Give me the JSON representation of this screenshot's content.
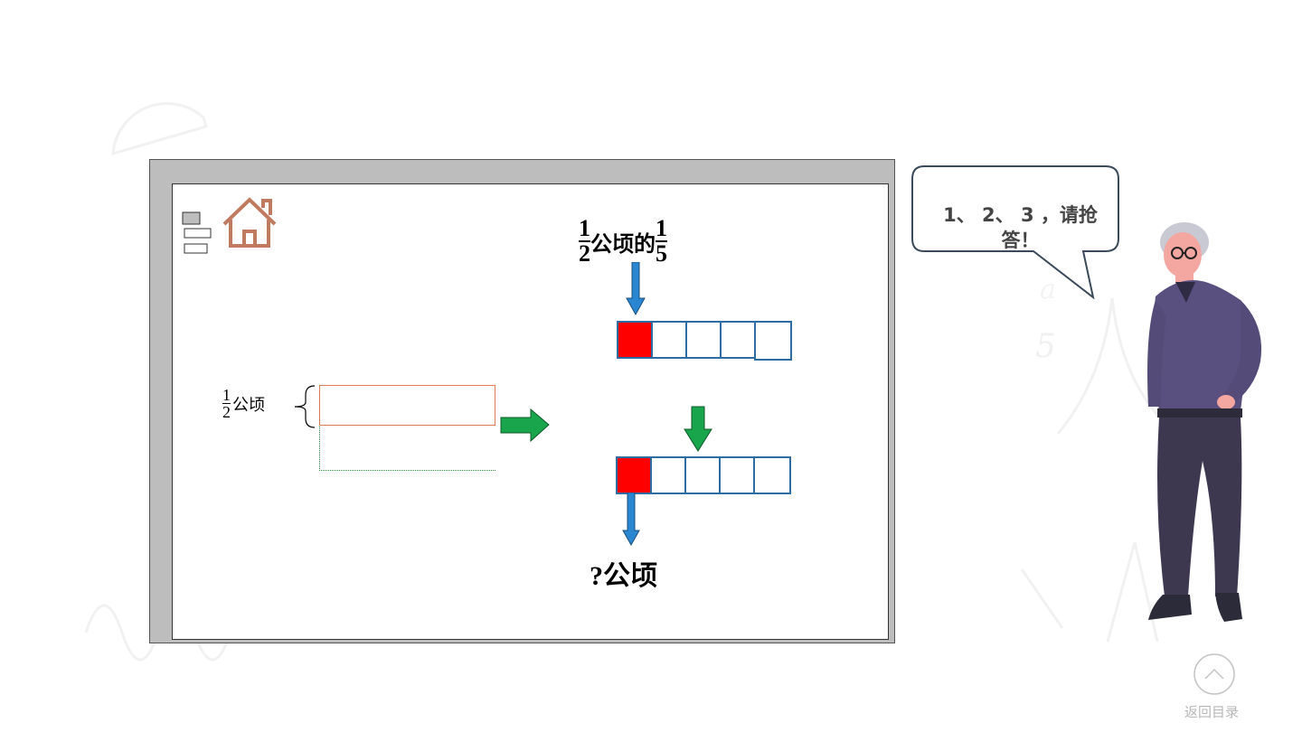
{
  "slide": {
    "top_expression": {
      "frac1_num": "1",
      "frac1_den": "2",
      "unit_of": "公顷的",
      "frac2_num": "1",
      "frac2_den": "5"
    },
    "left_label": {
      "num": "1",
      "den": "2",
      "unit": "公顷"
    },
    "bottom_question": "?公顷",
    "bar_cells": 5,
    "shaded_cells": 1
  },
  "speech_bubble": {
    "text": "1、 2、 3 ，请抢答！"
  },
  "nav": {
    "return_label": "返回目录"
  },
  "icons": [
    "menu-icon",
    "home-icon",
    "chevron-up-icon",
    "down-arrow-icon",
    "right-arrow-icon"
  ],
  "colors": {
    "shaded": "#ff0000",
    "bar_border": "#2e6da4",
    "green_arrow": "#19a54b",
    "blue_arrow": "#2a86d1",
    "orange_rect": "#e07a54",
    "home_icon": "#c07a5f"
  }
}
